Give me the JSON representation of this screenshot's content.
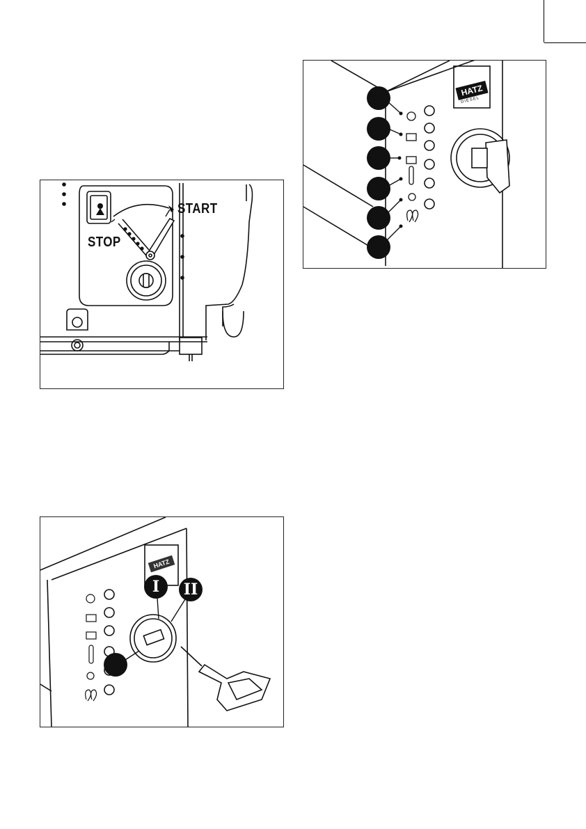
{
  "figure_start_stop": {
    "start_label": "START",
    "stop_label": "STOP"
  },
  "figure_key_switch": {
    "position_1_label": "I",
    "position_2_label": "II",
    "brand_logo": "HATZ"
  },
  "figure_indicator_panel": {
    "brand_logo_line1": "HATZ",
    "brand_logo_line2": "DIESEL",
    "indicator_icons": [
      "oil-pressure-icon",
      "battery-charge-icon",
      "air-filter-icon",
      "temperature-icon",
      "fuel-icon",
      "glow-plug-icon"
    ]
  }
}
